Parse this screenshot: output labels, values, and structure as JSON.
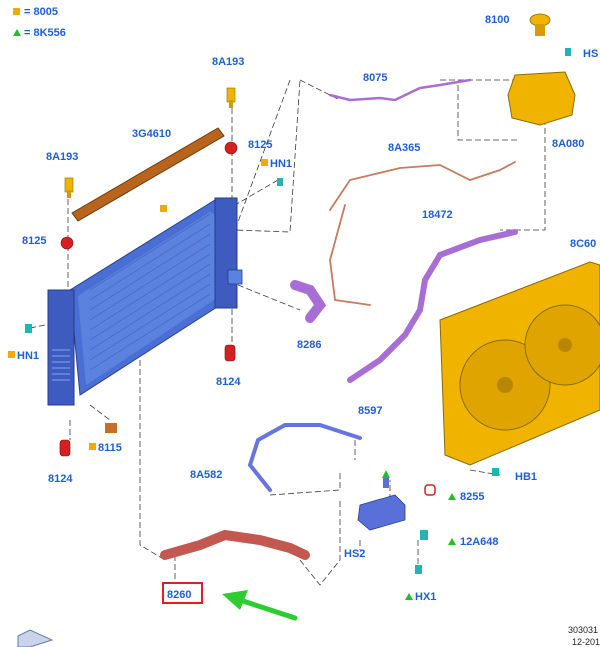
{
  "legend": [
    {
      "symbol": "square",
      "color": "#f5a800",
      "text": "= 8005"
    },
    {
      "symbol": "triangle",
      "color": "#22c022",
      "text": "= 8K556"
    }
  ],
  "labels": {
    "p8100": "8100",
    "pHS_top": "HS",
    "p8075": "8075",
    "p8A080": "8A080",
    "p8A193_top": "8A193",
    "p3G4610": "3G4610",
    "p8125_top": "8125",
    "pHN1_top": "HN1",
    "p8A193_left": "8A193",
    "p8A365": "8A365",
    "p18472": "18472",
    "p8C60": "8C60",
    "p8125_left": "8125",
    "p8286": "8286",
    "pHN1_left": "HN1",
    "p8124_mid": "8124",
    "p8597": "8597",
    "p8115": "8115",
    "p8124_bot": "8124",
    "p8A582": "8A582",
    "pHB1": "HB1",
    "p8255": "8255",
    "pHS2": "HS2",
    "p12A648": "12A648",
    "p8260": "8260",
    "pHX1": "HX1"
  },
  "footer": {
    "code": "303031",
    "date": "12-201"
  },
  "colors": {
    "label": "#1f5fd6",
    "radiator": "#4a6fd4",
    "fan": "#f0b400",
    "hose_purple": "#a86ed6",
    "hose_red": "#c2584f",
    "highlight": "#e31b23",
    "arrow": "#2ecc2e",
    "cap_red": "#d42020",
    "teal": "#1fb5b5"
  }
}
